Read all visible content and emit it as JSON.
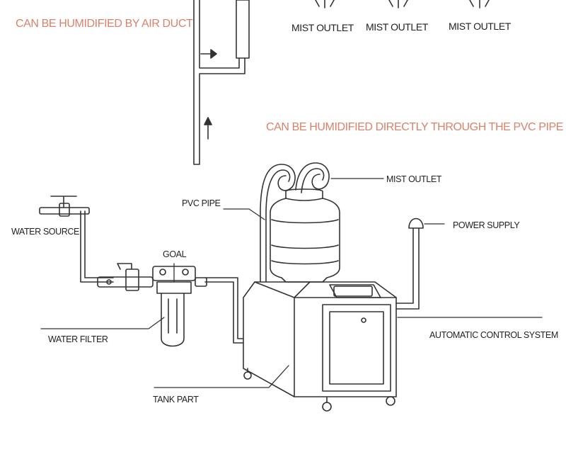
{
  "colors": {
    "heading": "#d9826a",
    "line": "#333333",
    "text": "#222222"
  },
  "headings": {
    "air_duct": "CAN BE HUMIDIFIED BY AIR DUCT",
    "pvc_pipe": "CAN BE HUMIDIFIED DIRECTLY THROUGH THE PVC PIPE"
  },
  "top_outlets": [
    "MIST OUTLET",
    "MIST OUTLET",
    "MIST OUTLET"
  ],
  "callouts": {
    "mist_outlet": "MIST OUTLET",
    "pvc_pipe": "PVC PIPE",
    "power_supply": "POWER SUPPLY",
    "water_source": "WATER SOURCE",
    "goal": "GOAL",
    "water_filter": "WATER FILTER",
    "automatic_control_system": "AUTOMATIC CONTROL SYSTEM",
    "tank_part": "TANK PART"
  },
  "icons": {
    "mist_burst": "mist-burst-icon",
    "arrow": "arrow-icon",
    "faucet": "faucet-icon",
    "valve": "valve-icon",
    "filter": "water-filter-icon",
    "plug": "power-plug-icon",
    "bottle": "water-bottle-icon",
    "humidifier": "humidifier-icon"
  }
}
